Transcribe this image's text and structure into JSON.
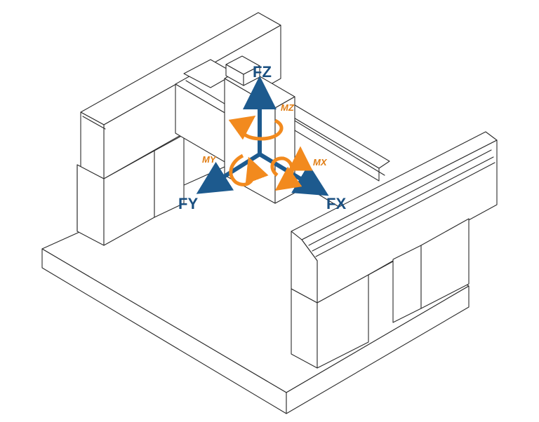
{
  "diagram": {
    "labels": {
      "fz": "FZ",
      "fx": "FX",
      "fy": "FY",
      "mz": "MZ",
      "mx": "MX",
      "my": "MY"
    },
    "colors": {
      "force": "#1d5a8e",
      "force_text": "#1a4f80",
      "moment": "#f28a1e",
      "moment_text": "#e07d14",
      "outline": "#2a2a2a"
    }
  }
}
